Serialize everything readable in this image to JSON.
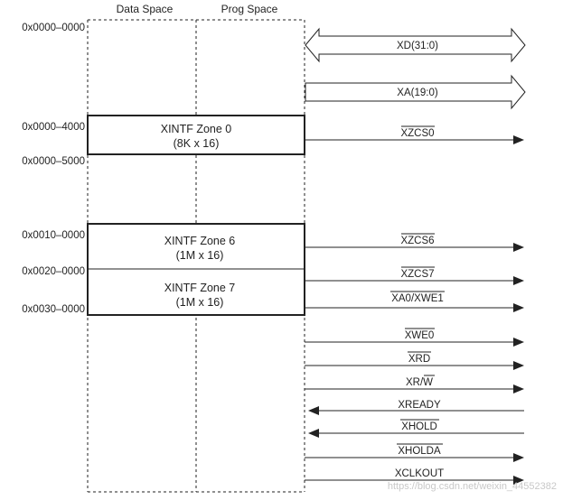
{
  "columns": {
    "data_space": "Data Space",
    "prog_space": "Prog Space"
  },
  "addresses": {
    "a0": "0x0000–0000",
    "a4000": "0x0000–4000",
    "a5000": "0x0000–5000",
    "a10": "0x0010–0000",
    "a20": "0x0020–0000",
    "a30": "0x0030–0000"
  },
  "zones": {
    "zone0": {
      "name": "XINTF Zone 0",
      "size": "(8K x 16)"
    },
    "zone6": {
      "name": "XINTF Zone 6",
      "size": "(1M x 16)"
    },
    "zone7": {
      "name": "XINTF Zone 7",
      "size": "(1M x 16)"
    }
  },
  "buses": {
    "xd": "XD(31:0)",
    "xa": "XA(19:0)"
  },
  "signals": {
    "xzcs0": "XZCS0",
    "xzcs6": "XZCS6",
    "xzcs7": "XZCS7",
    "xa0": "XA0",
    "xa0_sep": "/",
    "xwe1": "XWE1",
    "xwe0": "XWE0",
    "xrd": "XRD",
    "xr_r": "XR/",
    "xr_w": "W",
    "xready": "XREADY",
    "xhold": "XHOLD",
    "xholda": "XHOLDA",
    "xclkout": "XCLKOUT"
  },
  "watermark": "https://blog.csdn.net/weixin_44552382",
  "colors": {
    "line": "#222222",
    "watermark": "#c8c8c8"
  }
}
